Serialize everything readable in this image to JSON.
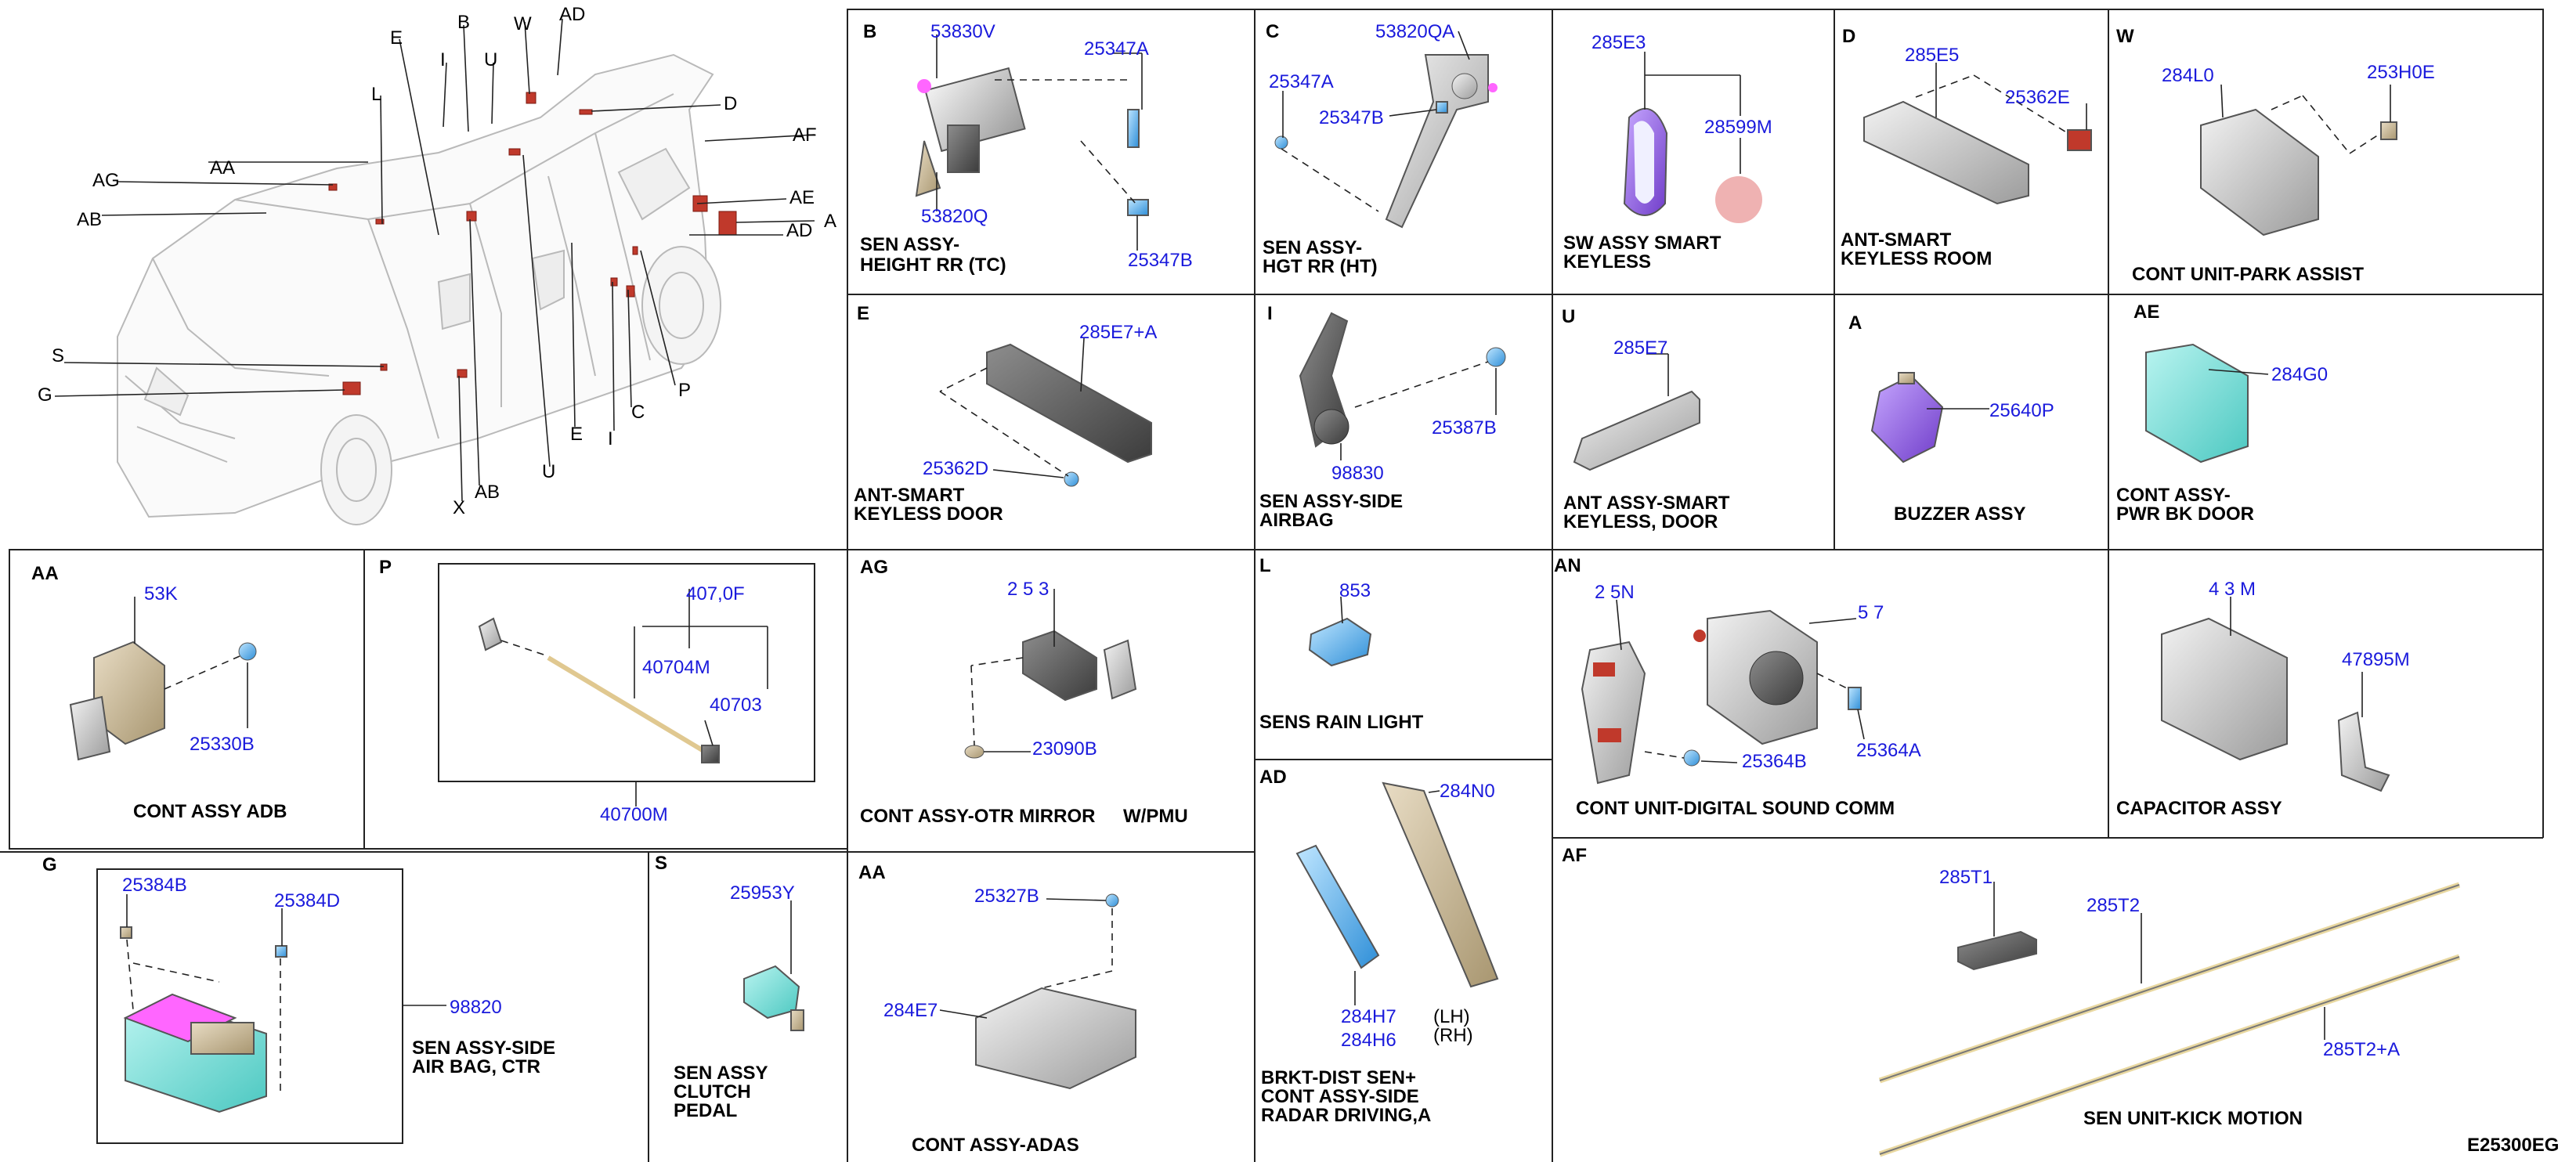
{
  "diagram": {
    "code": "E25300EG",
    "vehicle_callouts": [
      "E",
      "B",
      "W",
      "AD",
      "L",
      "I",
      "U",
      "D",
      "AF",
      "AA",
      "AG",
      "AB",
      "AE",
      "A",
      "AD",
      "S",
      "G",
      "P",
      "C",
      "I",
      "E",
      "U",
      "AB",
      "X"
    ],
    "cells": [
      {
        "key": "B",
        "parts": [
          "53830V",
          "25347A",
          "53820Q",
          "25347B"
        ],
        "caption": [
          "SEN ASSY-",
          "HEIGHT RR (TC)"
        ]
      },
      {
        "key": "C",
        "parts": [
          "53820QA",
          "25347A",
          "25347B"
        ],
        "caption": [
          "SEN ASSY-",
          "HGT RR (HT)"
        ]
      },
      {
        "key": "",
        "parts": [
          "285E3",
          "28599M"
        ],
        "caption": [
          "SW ASSY SMART",
          "KEYLESS"
        ]
      },
      {
        "key": "D",
        "parts": [
          "285E5",
          "25362E"
        ],
        "caption": [
          "ANT-SMART",
          "KEYLESS ROOM"
        ]
      },
      {
        "key": "W",
        "parts": [
          "284L0",
          "253H0E"
        ],
        "caption": [
          "CONT UNIT-PARK ASSIST"
        ]
      },
      {
        "key": "E",
        "parts": [
          "285E7+A",
          "25362D"
        ],
        "caption": [
          "ANT-SMART",
          "KEYLESS DOOR"
        ]
      },
      {
        "key": "I",
        "parts": [
          "25387B",
          "98830"
        ],
        "caption": [
          "SEN ASSY-SIDE",
          "AIRBAG"
        ]
      },
      {
        "key": "U",
        "parts": [
          "285E7"
        ],
        "caption": [
          "ANT ASSY-SMART",
          "KEYLESS, DOOR"
        ]
      },
      {
        "key": "A",
        "parts": [
          "25640P"
        ],
        "caption": [
          "BUZZER ASSY"
        ]
      },
      {
        "key": "AE",
        "parts": [
          "284G0"
        ],
        "caption": [
          "CONT ASSY-",
          "PWR BK DOOR"
        ]
      },
      {
        "key": "AA",
        "parts": [
          "53K",
          "25330B"
        ],
        "caption": [
          "CONT ASSY ADB"
        ]
      },
      {
        "key": "P",
        "parts": [
          "407,0F",
          "40704M",
          "40703",
          "40700M"
        ],
        "caption": []
      },
      {
        "key": "AG",
        "parts": [
          "2 5 3",
          "23090B"
        ],
        "caption": [
          "CONT ASSY-OTR MIRROR",
          "W/PMU"
        ]
      },
      {
        "key": "L",
        "parts": [
          "853"
        ],
        "caption": [
          "SENS RAIN LIGHT"
        ]
      },
      {
        "key": "AN",
        "parts": [
          "2 5N",
          "5 7",
          "25364B",
          "25364A"
        ],
        "caption": [
          "CONT UNIT-DIGITAL SOUND COMM"
        ]
      },
      {
        "key": "",
        "parts": [
          "4 3 M",
          "47895M"
        ],
        "caption": [
          "CAPACITOR ASSY"
        ]
      },
      {
        "key": "AD",
        "parts": [
          "284N0",
          "284H7",
          "284H6",
          "(LH)",
          "(RH)"
        ],
        "caption": [
          "BRKT-DIST SEN+",
          "CONT ASSY-SIDE",
          "RADAR DRIVING,A"
        ]
      },
      {
        "key": "AF",
        "parts": [
          "285T1",
          "285T2",
          "285T2+A"
        ],
        "caption": [
          "SEN UNIT-KICK MOTION"
        ]
      },
      {
        "key": "G",
        "parts": [
          "25384B",
          "25384D",
          "98820"
        ],
        "caption": [
          "SEN ASSY-SIDE",
          "AIR BAG, CTR"
        ]
      },
      {
        "key": "S",
        "parts": [
          "25953Y"
        ],
        "caption": [
          "SEN ASSY",
          "CLUTCH",
          "PEDAL"
        ]
      },
      {
        "key": "AA",
        "parts": [
          "25327B",
          "284E7"
        ],
        "caption": [
          "CONT ASSY-ADAS"
        ]
      }
    ]
  }
}
